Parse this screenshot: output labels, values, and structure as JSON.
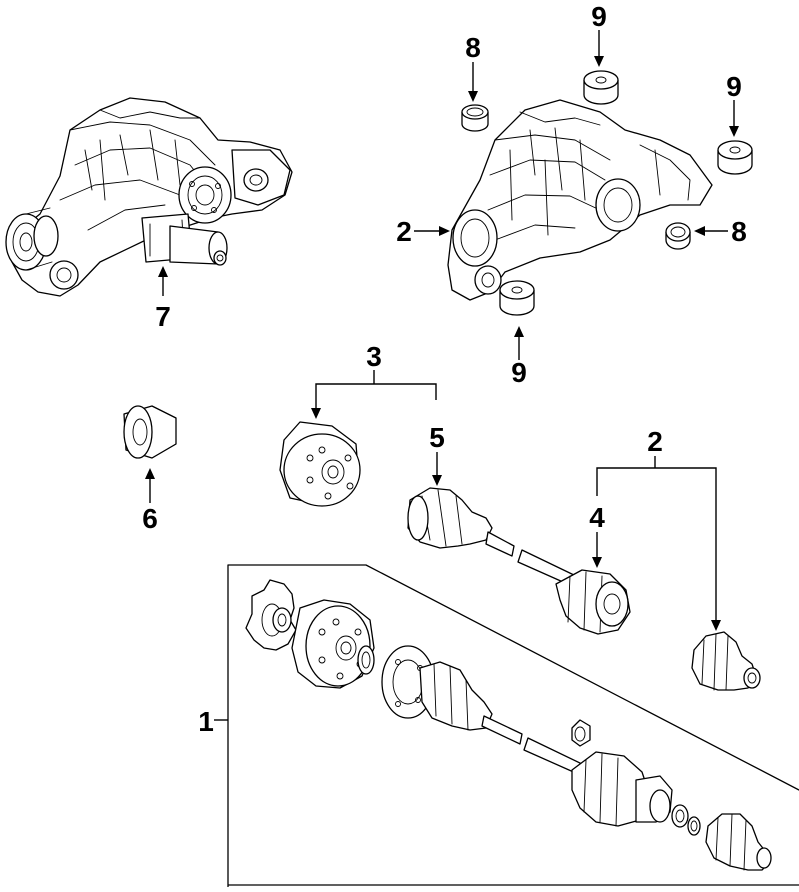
{
  "callouts": {
    "c1": "1",
    "c2_housing": "2",
    "c2_boot": "2",
    "c3": "3",
    "c4": "4",
    "c5": "5",
    "c6": "6",
    "c7": "7",
    "c8_top": "8",
    "c8_right": "8",
    "c9_top": "9",
    "c9_right": "9",
    "c9_bottom": "9"
  }
}
